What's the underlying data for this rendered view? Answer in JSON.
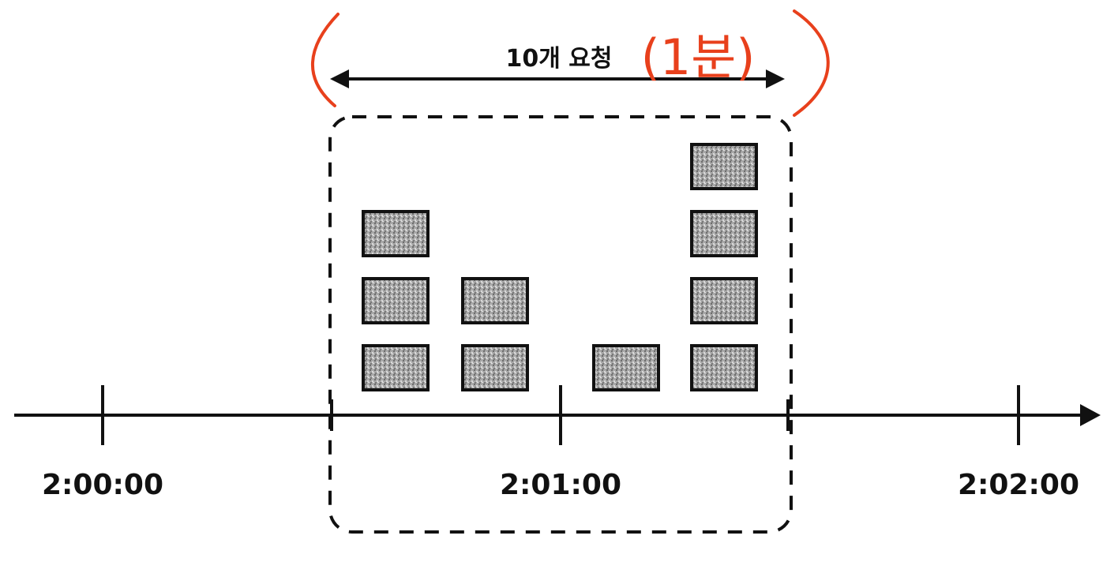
{
  "timeline": {
    "ticks": [
      {
        "label": "2:00:00"
      },
      {
        "label": "2:01:00"
      },
      {
        "label": "2:02:00"
      }
    ]
  },
  "window": {
    "label": "10개 요청",
    "annotation": "(1분)",
    "annotation_color": "#e8401c"
  },
  "requests": {
    "columns": [
      {
        "count": 3
      },
      {
        "count": 2
      },
      {
        "count": 1
      },
      {
        "count": 4
      }
    ],
    "fill_color": "#9c9c9c"
  },
  "colors": {
    "line": "#111111"
  }
}
